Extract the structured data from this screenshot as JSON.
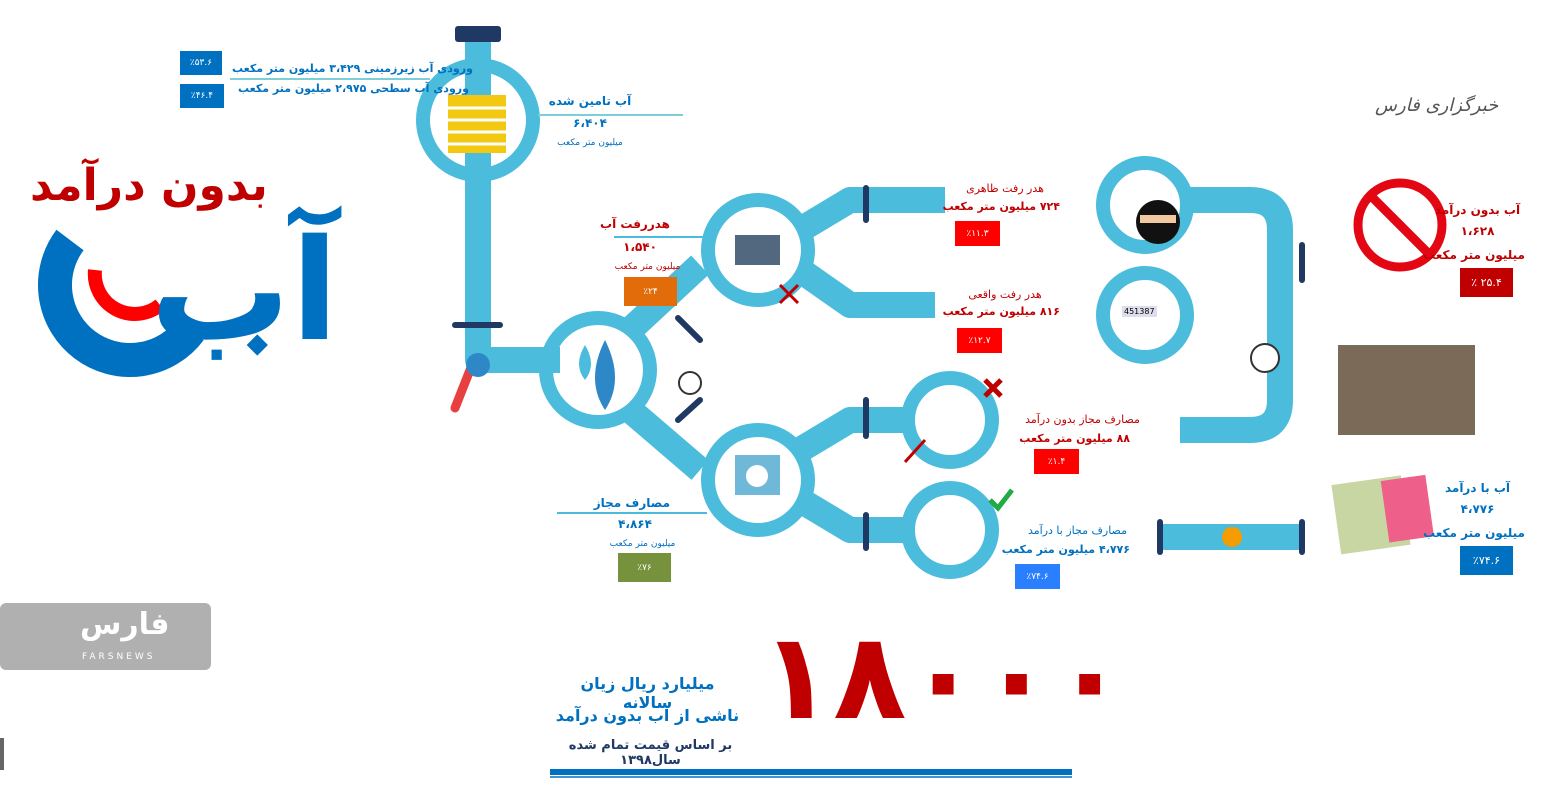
{
  "title": {
    "ab": "آب",
    "bedun_daramad": "بدون درآمد"
  },
  "logos": {
    "fars_top": "خبرگزاری فارس",
    "fars_bottom": "فارس",
    "fars_bottom_latin": "FARSNEWS"
  },
  "inputs": [
    {
      "label": "ورودی آب زیرزمینی ۳،۴۲۹ میلیون متر مکعب",
      "percent": "٪۵۳.۶"
    },
    {
      "label": "ورودی آب سطحی ۲،۹۷۵ میلیون متر مکعب",
      "percent": "٪۴۶.۴"
    }
  ],
  "supplied": {
    "label": "آب تامین شده",
    "value": "۶،۴۰۴",
    "unit": "میلیون متر مکعب"
  },
  "loss": {
    "label": "هدررفت آب",
    "value": "۱،۵۴۰",
    "unit": "میلیون متر مکعب",
    "percent": "٪۲۴",
    "color": "#e36c0a"
  },
  "authorized": {
    "label": "مصارف مجاز",
    "value": "۴،۸۶۴",
    "unit": "میلیون متر مکعب",
    "percent": "٪۷۶",
    "color": "#76923c"
  },
  "apparent_loss": {
    "label": "هدر رفت ظاهری",
    "value": "۷۲۴ میلیون متر مکعب",
    "percent": "٪۱۱.۳"
  },
  "real_loss": {
    "label": "هدر رفت واقعی",
    "value": "۸۱۶ میلیون متر مکعب",
    "percent": "٪۱۲.۷"
  },
  "auth_nonrevenue": {
    "label": "مصارف مجاز بدون درآمد",
    "value": "۸۸ میلیون متر مکعب",
    "percent": "٪۱.۴"
  },
  "auth_revenue": {
    "label": "مصارف مجاز با درآمد",
    "value": "۴،۷۷۶ میلیون متر مکعب",
    "percent": "٪۷۴.۶"
  },
  "nrw": {
    "label": "آب بدون درآمد",
    "value": "۱،۶۲۸",
    "unit": "میلیون متر مکعب",
    "percent": "٪ ۲۵.۴"
  },
  "revenue_water": {
    "label": "آب با درآمد",
    "value": "۴،۷۷۶",
    "unit": "میلیون متر مکعب",
    "percent": "٪۷۴.۶"
  },
  "meter_reading": "451387",
  "loss_summary": {
    "number": "۱۸۰۰۰",
    "line1": "میلیارد ریال زیان سالانه",
    "line2": "ناشی از آب بدون درآمد",
    "line3": "بر اساس قیمت تمام شده سال۱۳۹۸"
  },
  "colors": {
    "pipe": "#4bbcdc",
    "red": "#c00000",
    "blue": "#0070c0",
    "bright_red": "#ff0000"
  }
}
